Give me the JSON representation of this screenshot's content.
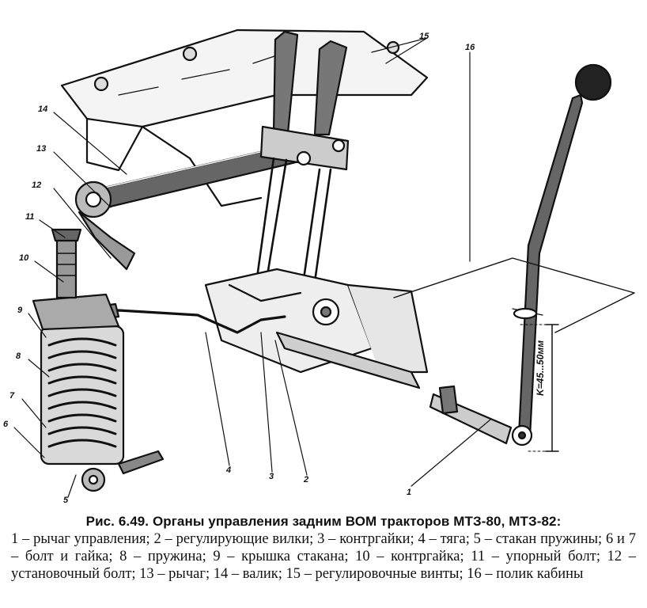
{
  "figure": {
    "callouts": {
      "c1": "1",
      "c2": "2",
      "c3": "3",
      "c4": "4",
      "c5": "5",
      "c6": "6",
      "c7": "7",
      "c8": "8",
      "c9": "9",
      "c10": "10",
      "c11": "11",
      "c12": "12",
      "c13": "13",
      "c14": "14",
      "c15": "15",
      "c16": "16"
    },
    "dimension_label": "K=45...50мм"
  },
  "caption": {
    "title": "Рис. 6.49. Органы управления задним ВОМ тракторов МТЗ-80, МТЗ-82:",
    "body": "1 – рычаг управления; 2 – регулирующие вилки; 3 – контргайки; 4 – тяга; 5 – стакан пружины; 6 и 7 – болт и гайка; 8 – пружина; 9 – крышка стакана; 10 – контргайка; 11 – упорный болт; 12 – установочный болт; 13 – рычаг; 14 – валик; 15 – регулировочные винты; 16 – полик кабины"
  }
}
